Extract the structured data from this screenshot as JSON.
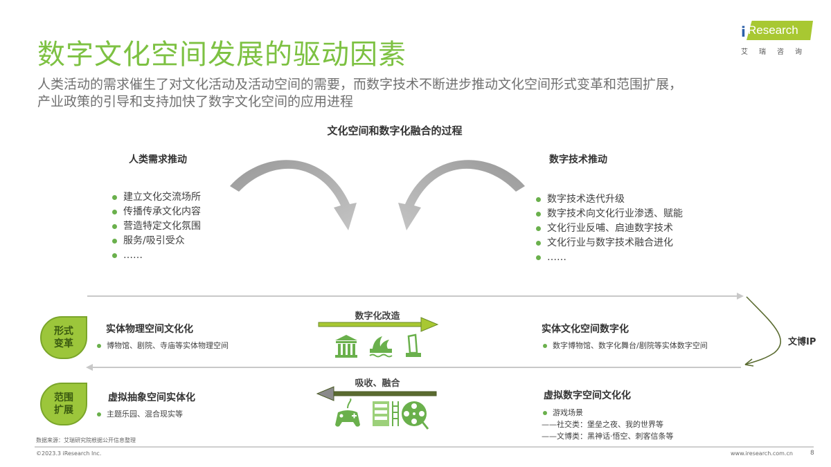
{
  "header": {
    "title": "数字文化空间发展的驱动因素",
    "subtitle_line1": "人类活动的需求催生了对文化活动及活动空间的需要，而数字技术不断进步推动文化空间形式变革和范围扩展，",
    "subtitle_line2": "产业政策的引导和支持加快了数字文化空间的应用进程"
  },
  "logo": {
    "i": "i",
    "brand": "Research",
    "cn": "艾瑞咨询"
  },
  "diagram": {
    "title": "文化空间和数字化融合的过程",
    "left": {
      "title": "人类需求推动",
      "items": [
        "建立文化交流场所",
        "传播传承文化内容",
        "营造特定文化氛围",
        "服务/吸引受众",
        "……"
      ]
    },
    "right": {
      "title": "数字技术推动",
      "items": [
        "数字技术迭代升级",
        "数字技术向文化行业渗透、赋能",
        "文化行业反哺、启迪数字技术",
        "文化行业与数字技术融合进化",
        "……"
      ]
    },
    "loop_label": "文博IP",
    "rows": [
      {
        "leaf": [
          "形式",
          "变革"
        ],
        "left_title": "实体物理空间文化化",
        "left_items": [
          "博物馆、剧院、寺庙等实体物理空间"
        ],
        "arrow_label": "数字化改造",
        "arrow_direction": "right",
        "icons": [
          "museum-icon",
          "opera-house-icon",
          "monument-icon"
        ],
        "right_title": "实体文化空间数字化",
        "right_items": [
          "数字博物馆、数字化舞台/剧院等实体数字空间"
        ]
      },
      {
        "leaf": [
          "范围",
          "扩展"
        ],
        "left_title": "虚拟抽象空间实体化",
        "left_items": [
          "主题乐园、混合现实等"
        ],
        "arrow_label": "吸收、融合",
        "arrow_direction": "left",
        "icons": [
          "gamepad-icon",
          "film-strip-icon",
          "film-reel-icon"
        ],
        "right_title": "虚拟数字空间文化化",
        "right_items": [
          "游戏场景"
        ],
        "right_sub": [
          "——社交类：堡垒之夜、我的世界等",
          "——文博类：黑神话·悟空、刺客信条等"
        ]
      }
    ]
  },
  "footer": {
    "source": "数据来源：艾瑞研究院根据公开信息整理",
    "copyright": "©2023.3 iResearch Inc.",
    "website": "www.iresearch.com.cn",
    "page": "8"
  },
  "colors": {
    "accent": "#7dc142",
    "leaf": "#9cc63b",
    "arrow_green": "#8ab43a",
    "arrow_dark": "#5a6b30",
    "gray_arrow": "#a8a8a8"
  }
}
